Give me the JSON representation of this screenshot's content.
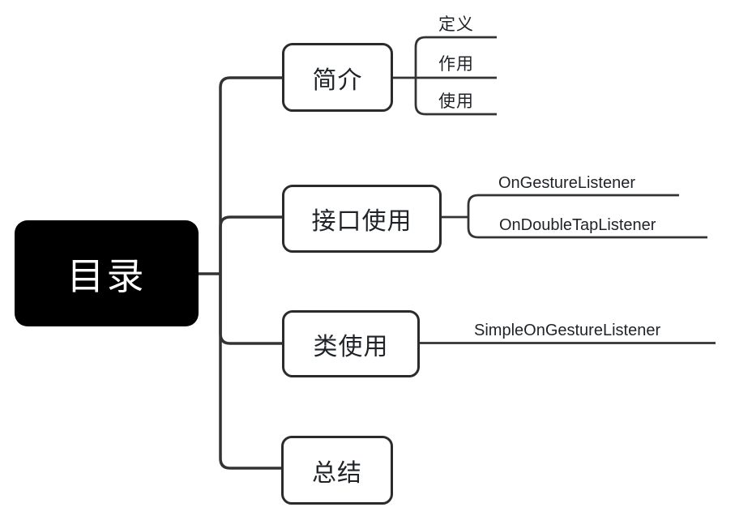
{
  "mindmap": {
    "kind": "mindmap-outline",
    "root": {
      "label": "目录"
    },
    "branches": [
      {
        "label": "简介",
        "children": [
          "定义",
          "作用",
          "使用"
        ]
      },
      {
        "label": "接口使用",
        "children": [
          "OnGestureListener",
          "OnDoubleTapListener"
        ]
      },
      {
        "label": "类使用",
        "children": [
          "SimpleOnGestureListener"
        ]
      },
      {
        "label": "总结",
        "children": []
      }
    ],
    "colors": {
      "root_bg": "#000000",
      "root_text": "#ffffff",
      "node_border": "#2b2b2b",
      "node_bg": "#ffffff",
      "line": "#333333",
      "text": "#1f2328"
    }
  }
}
